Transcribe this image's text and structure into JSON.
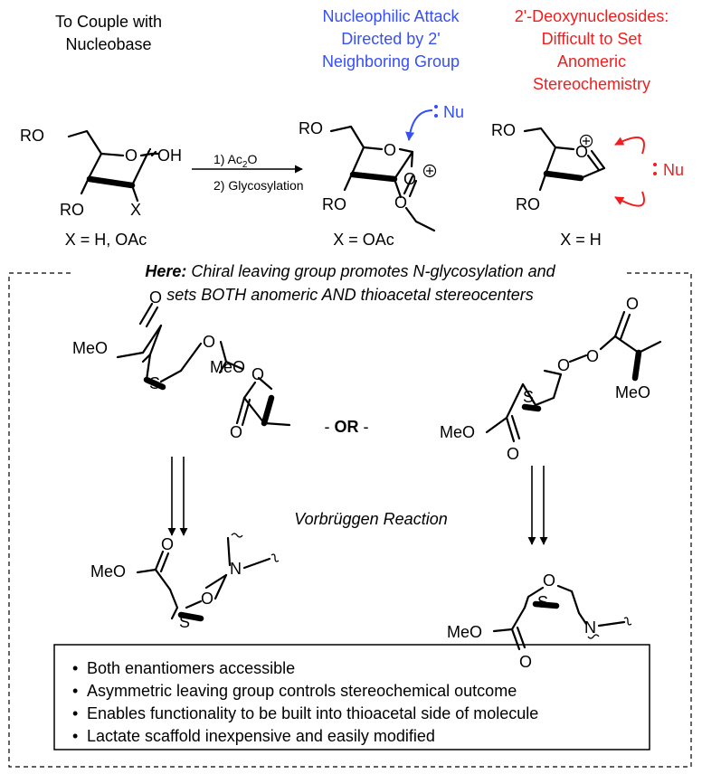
{
  "header": {
    "couple": [
      "To Couple with",
      "Nucleobase"
    ],
    "attack": [
      "Nucleophilic Attack",
      "Directed by 2'",
      "Neighboring Group"
    ],
    "deoxy": [
      "2'-Deoxynucleosides:",
      "Difficult to Set",
      "Anomeric",
      "Stereochemistry"
    ]
  },
  "colors": {
    "blue": "#3650f5",
    "red": "#f01e1e",
    "black": "#000000"
  },
  "mol1": {
    "ro_top": "RO",
    "oh": "OH",
    "ro_bottom": "RO",
    "x": "X",
    "label": "X = H, OAc"
  },
  "mol2": {
    "ro_top": "RO",
    "ro_bottom": "RO",
    "nu": "Nu",
    "label": "X = OAc"
  },
  "mol3": {
    "ro_top": "RO",
    "ro_bottom": "RO",
    "nu": "Nu",
    "label": "X = H"
  },
  "conditions": {
    "step1_pre": "1) Ac",
    "step1_sub": "2",
    "step1_post": "O",
    "step2": "2) Glycosylation"
  },
  "here": {
    "bold": "Here:",
    "line1": " Chiral leaving group promotes N-glycosylation and",
    "line2": "sets BOTH anomeric AND thioacetal stereocenters"
  },
  "mol4": {
    "meo_ester": "MeO",
    "o_carbonyl": "O",
    "s": "S",
    "o_ring": "O",
    "o_ester": "O",
    "meo_lactate": "MeO",
    "o_carbonyl2": "O"
  },
  "mol5": {
    "meo_ester": "MeO",
    "o_carbonyl": "O",
    "s": "S",
    "o_ring": "O",
    "o_ester": "O",
    "meo_lactate": "MeO",
    "o_carbonyl2": "O"
  },
  "mol6": {
    "meo": "MeO",
    "o_carbonyl": "O",
    "n": "N",
    "o_ring": "O",
    "s": "S"
  },
  "mol7": {
    "meo": "MeO",
    "o_carbonyl": "O",
    "s": "S",
    "o_ring": "O",
    "n": "N"
  },
  "or_text": {
    "pre": "- ",
    "bold": "OR",
    "post": " -"
  },
  "reaction": "Vorbrüggen Reaction",
  "bullets": [
    "Both enantiomers accessible",
    "Asymmetric leaving group controls stereochemical outcome",
    "Enables functionality to be built into thioacetal side of molecule",
    "Lactate scaffold inexpensive and easily modified"
  ]
}
